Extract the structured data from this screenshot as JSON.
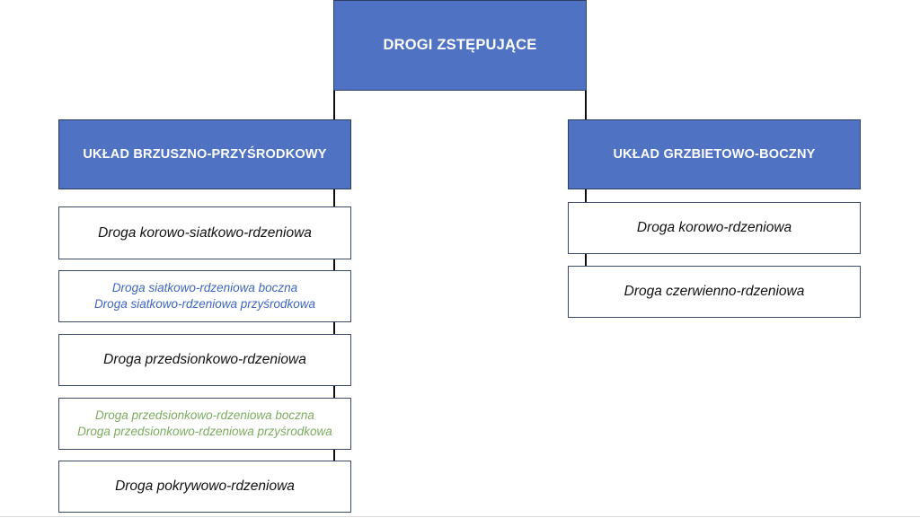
{
  "diagram": {
    "title": "DROGI ZSTĘPUJĄCE",
    "colors": {
      "header_fill": "#4F72C3",
      "header_text": "#FFFFFF",
      "box_border": "#3B4A68",
      "leaf_text": "#111111",
      "blue_text": "#3F66C4",
      "green_text": "#7CAB5E",
      "connector": "#0D0D0D",
      "background": "#FFFFFF"
    },
    "root": {
      "label": "DROGI ZSTĘPUJĄCE"
    },
    "branches": [
      {
        "id": "brzuszno-przysrodkowy",
        "header": "UKŁAD BRZUSZNO-PRZYŚRODKOWY",
        "items": [
          {
            "lines": [
              "Droga korowo-siatkowo-rdzeniowa"
            ],
            "color": "#111111",
            "style": "italic"
          },
          {
            "lines": [
              "Droga siatkowo-rdzeniowa boczna",
              "Droga siatkowo-rdzeniowa przyśrodkowa"
            ],
            "color": "#3F66C4",
            "style": "italic"
          },
          {
            "lines": [
              "Droga przedsionkowo-rdzeniowa"
            ],
            "color": "#111111",
            "style": "italic"
          },
          {
            "lines": [
              "Droga przedsionkowo-rdzeniowa boczna",
              "Droga przedsionkowo-rdzeniowa przyśrodkowa"
            ],
            "color": "#7CAB5E",
            "style": "italic"
          },
          {
            "lines": [
              "Droga pokrywowo-rdzeniowa"
            ],
            "color": "#111111",
            "style": "italic"
          }
        ]
      },
      {
        "id": "grzbietowo-boczny",
        "header": "UKŁAD GRZBIETOWO-BOCZNY",
        "items": [
          {
            "lines": [
              "Droga korowo-rdzeniowa"
            ],
            "color": "#111111",
            "style": "italic"
          },
          {
            "lines": [
              "Droga czerwienno-rdzeniowa"
            ],
            "color": "#111111",
            "style": "italic"
          }
        ]
      }
    ]
  }
}
